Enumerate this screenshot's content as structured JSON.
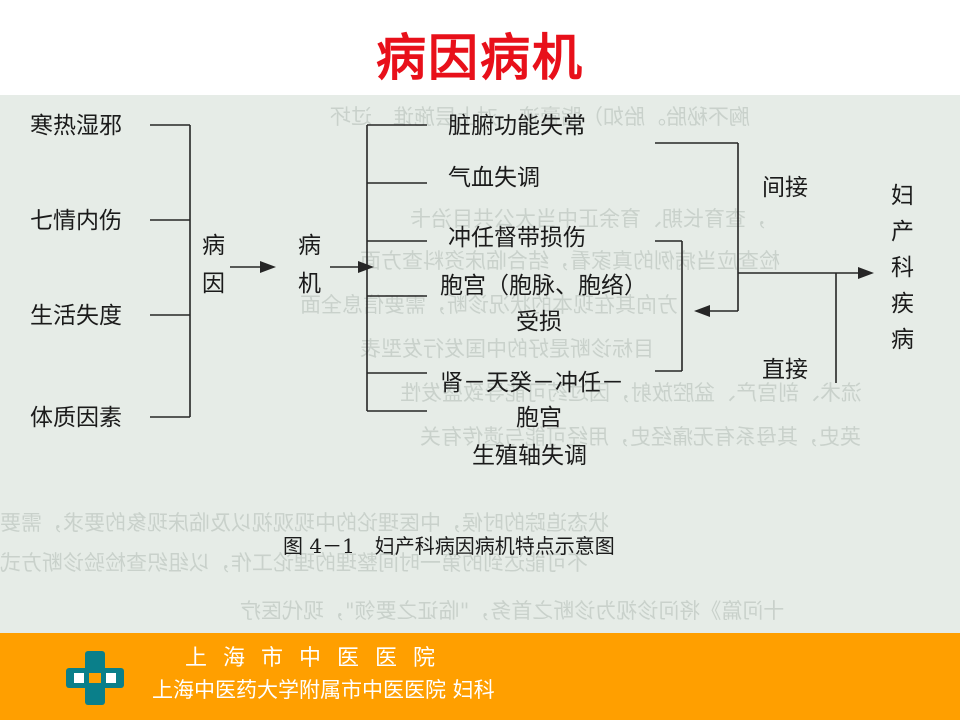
{
  "title": "病因病机",
  "diagram": {
    "causes": [
      "寒热湿邪",
      "七情内伤",
      "生活失度",
      "体质因素"
    ],
    "cause_node": [
      "病",
      "因"
    ],
    "mechanism_node": [
      "病",
      "机"
    ],
    "mechanisms": [
      "脏腑功能失常",
      "气血失调",
      "冲任督带损伤",
      "胞宫（胞脉、胞络）",
      "受损",
      "肾－天癸－冲任－",
      "胞宫",
      "生殖轴失调"
    ],
    "indirect_label": "间接",
    "direct_label": "直接",
    "result": [
      "妇",
      "产",
      "科",
      "疾",
      "病"
    ],
    "caption": "图 4－1　妇产科病因病机特点示意图"
  },
  "footer": {
    "hospital_name": "上海市中医医院",
    "hospital_subtitle": "上海中医药大学附属市中医医院 妇科",
    "bg_color": "#ff9f00"
  },
  "colors": {
    "title": "#e8101a",
    "scan_bg": "#e6ece7"
  },
  "icons": {
    "logo": "hospital-cross-logo-icon"
  }
}
